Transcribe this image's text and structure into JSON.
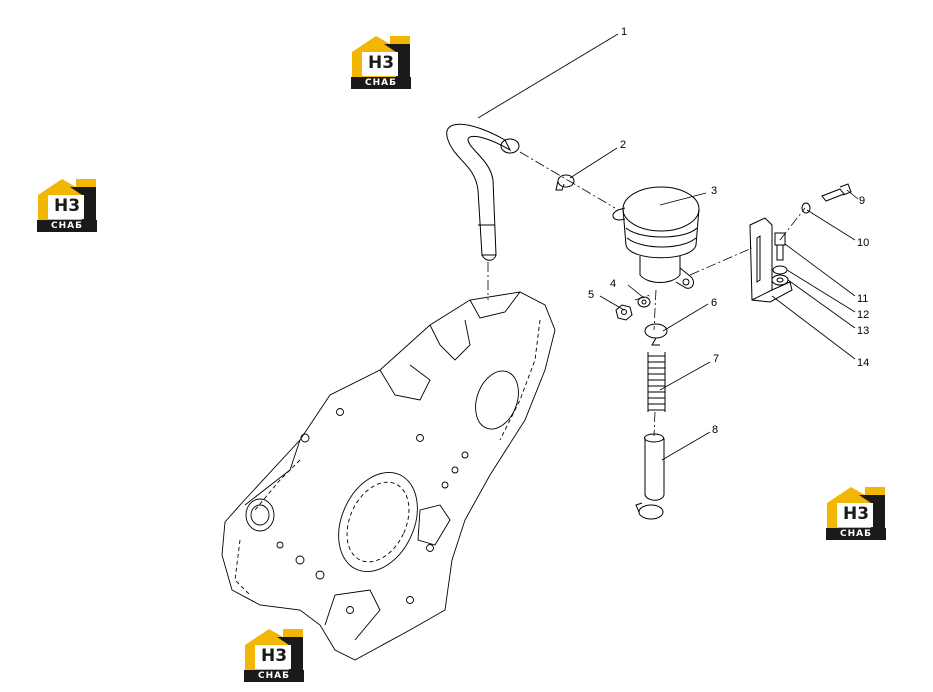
{
  "callouts": [
    "1",
    "2",
    "3",
    "4",
    "5",
    "6",
    "7",
    "8",
    "9",
    "10",
    "11",
    "12",
    "13",
    "14"
  ],
  "watermark": {
    "mark": "H3",
    "text": "СНАБ",
    "accent": "#f2b705",
    "dark": "#1a1a1a"
  },
  "colors": {
    "line": "#000000",
    "background": "#ffffff"
  }
}
